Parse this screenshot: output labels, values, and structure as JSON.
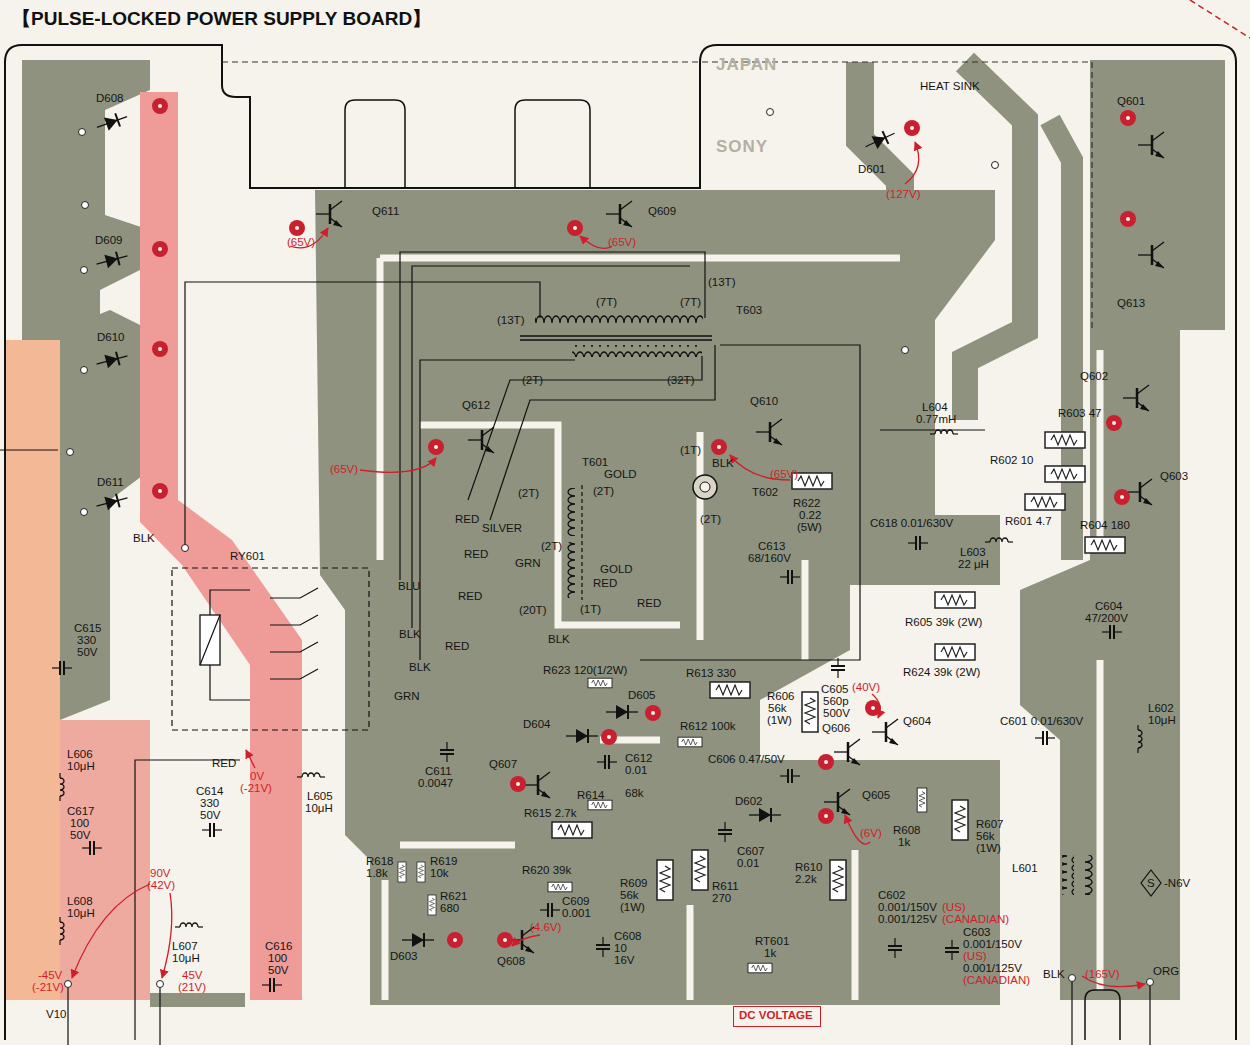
{
  "diagram": {
    "title": "【PULSE-LOCKED POWER SUPPLY BOARD】",
    "nodes": [
      {
        "text": [
          "DC VOLTAGE"
        ]
      }
    ],
    "labels": [
      "JAPAN",
      "HEAT SINK",
      "D608",
      "Q601",
      "SONY",
      "D601",
      "(127V)",
      "Q611",
      "Q609",
      "(65V)",
      "(65V)",
      "D609",
      "(13T)",
      "(7T)",
      "(7T)",
      "T603",
      "Q613",
      "(13T)",
      "D610",
      "(2T)",
      "(32T)",
      "Q602",
      "Q610",
      "Q612",
      "L604",
      "0.77mH",
      "R603 47",
      "R602 10",
      "(1T)",
      "BLK",
      "T601",
      "GOLD",
      "(65V)",
      "(65V)",
      "Q603",
      "D611",
      "(2T)",
      "(2T)",
      "T602",
      "R622",
      "0.22",
      "(5W)",
      "(2T)",
      "RED",
      "SILVER",
      "C618 0.01/630V",
      "R601 4.7",
      "R604 180",
      "BLK",
      "(2T)",
      "RED",
      "GRN",
      "C613",
      "68/160V",
      "L603",
      "22 μH",
      "RY601",
      "GOLD",
      "RED",
      "BLU",
      "RED",
      "RED",
      "(20T)",
      "(1T)",
      "C604",
      "47/200V",
      "R605 39k (2W)",
      "C615",
      "330",
      "50V",
      "BLK",
      "BLK",
      "RED",
      "BLK",
      "R623 120(1/2W)",
      "R613 330",
      "R624 39k (2W)",
      "C605",
      "560p",
      "500V",
      "(40V)",
      "D605",
      "R606",
      "56k",
      "(1W)",
      "GRN",
      "Q604",
      "C601 0.01/630V",
      "L602",
      "10μH",
      "D604",
      "R612 100k",
      "Q606",
      "C606 0.47/50V",
      "C612",
      "0.01",
      "Q607",
      "RED",
      "L606",
      "10μH",
      "0V",
      "(-21V)",
      "C611",
      "0.0047",
      "C614",
      "330",
      "50V",
      "L605",
      "10μH",
      "R614",
      "68k",
      "Q605",
      "D602",
      "R615 2.7k",
      "C617",
      "100",
      "50V",
      "R608",
      "1k",
      "R607",
      "56k",
      "(1W)",
      "(6V)",
      "C607",
      "0.01",
      "R618",
      "1.8k",
      "R619",
      "10k",
      "L601",
      "R620 39k",
      "R610",
      "2.2k",
      "90V",
      "(42V)",
      "R609",
      "56k",
      "(1W)",
      "R611",
      "270",
      "C602",
      "0.001/150V",
      "(US)",
      "0.001/125V",
      "(CANADIAN)",
      "S",
      "-N6V",
      "R621",
      "680",
      "C609",
      "0.001",
      "(4.6V)",
      "L608",
      "10μH",
      "C603",
      "0.001/150V",
      "(US)",
      "0.001/125V",
      "(CANADIAN)",
      "C608",
      "10",
      "16V",
      "RT601",
      "1k",
      "L607",
      "10μH",
      "C616",
      "100",
      "50V",
      "D603",
      "Q608",
      "-45V",
      "(-21V)",
      "45V",
      "(21V)",
      "BLK",
      "(165V)",
      "ORG",
      "V10"
    ]
  }
}
